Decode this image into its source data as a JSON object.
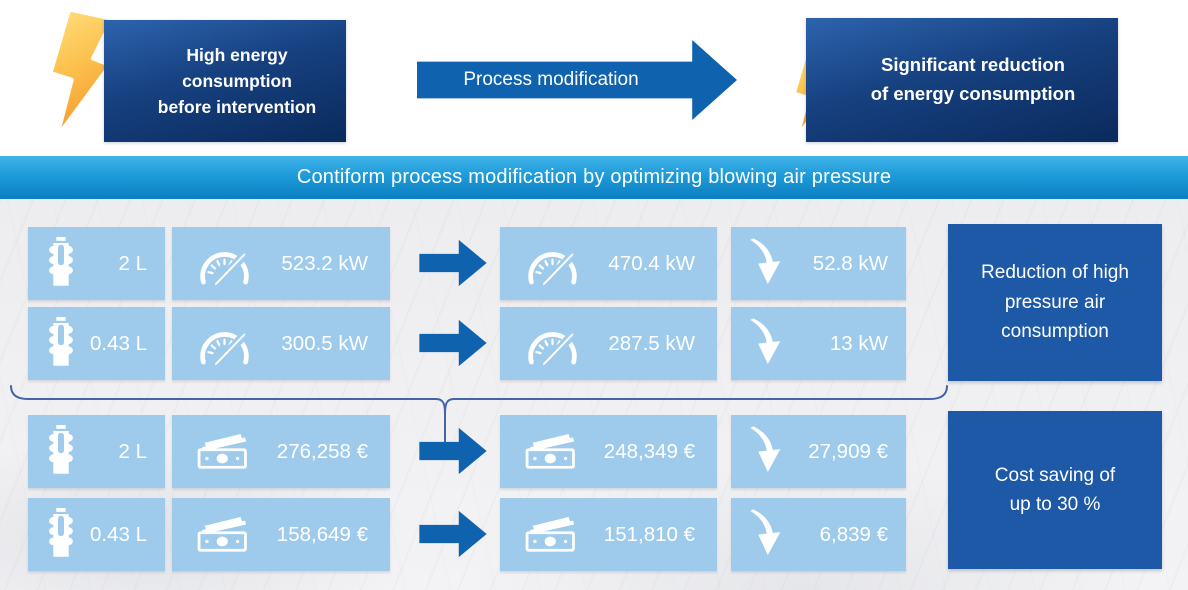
{
  "header": {
    "before_box": "High energy\nconsumption\nbefore intervention",
    "arrow_label": "Process modification",
    "after_box": "Significant reduction\nof energy consumption"
  },
  "banner": {
    "title": "Contiform process modification by optimizing blowing air pressure"
  },
  "sections": {
    "energy": {
      "rows": [
        {
          "bottle_size": "2 L",
          "before": "523.2 kW",
          "after": "470.4 kW",
          "saving": "52.8 kW"
        },
        {
          "bottle_size": "0.43 L",
          "before": "300.5 kW",
          "after": "287.5 kW",
          "saving": "13 kW"
        }
      ],
      "summary": "Reduction of high\npressure air\nconsumption"
    },
    "cost": {
      "rows": [
        {
          "bottle_size": "2 L",
          "before": "276,258 €",
          "after": "248,349 €",
          "saving": "27,909 €"
        },
        {
          "bottle_size": "0.43 L",
          "before": "158,649 €",
          "after": "151,810 €",
          "saving": "6,839 €"
        }
      ],
      "summary": "Cost saving of\nup to 30 %"
    }
  },
  "icons": {
    "lightning": "lightning-bolt-icon",
    "bottle": "pet-bottle-icon",
    "gauge": "pressure-gauge-icon",
    "banknotes": "money-banknotes-icon",
    "saving_arrow": "curved-down-arrow-icon",
    "flow_arrow": "block-arrow-right-icon"
  },
  "colors": {
    "header_navy_top": "#2d63ae",
    "header_navy_bottom": "#0a2a5c",
    "flow_arrow_blue": "#0f63ae",
    "banner_top": "#41b3e9",
    "banner_bottom": "#0c7ec1",
    "tile_light_blue": "#9ecbec",
    "summary_blue": "#1e59a7",
    "bolt_yellow": "#ffdf7e",
    "bolt_orange": "#f49c2d",
    "brace_blue": "#4463a8"
  }
}
